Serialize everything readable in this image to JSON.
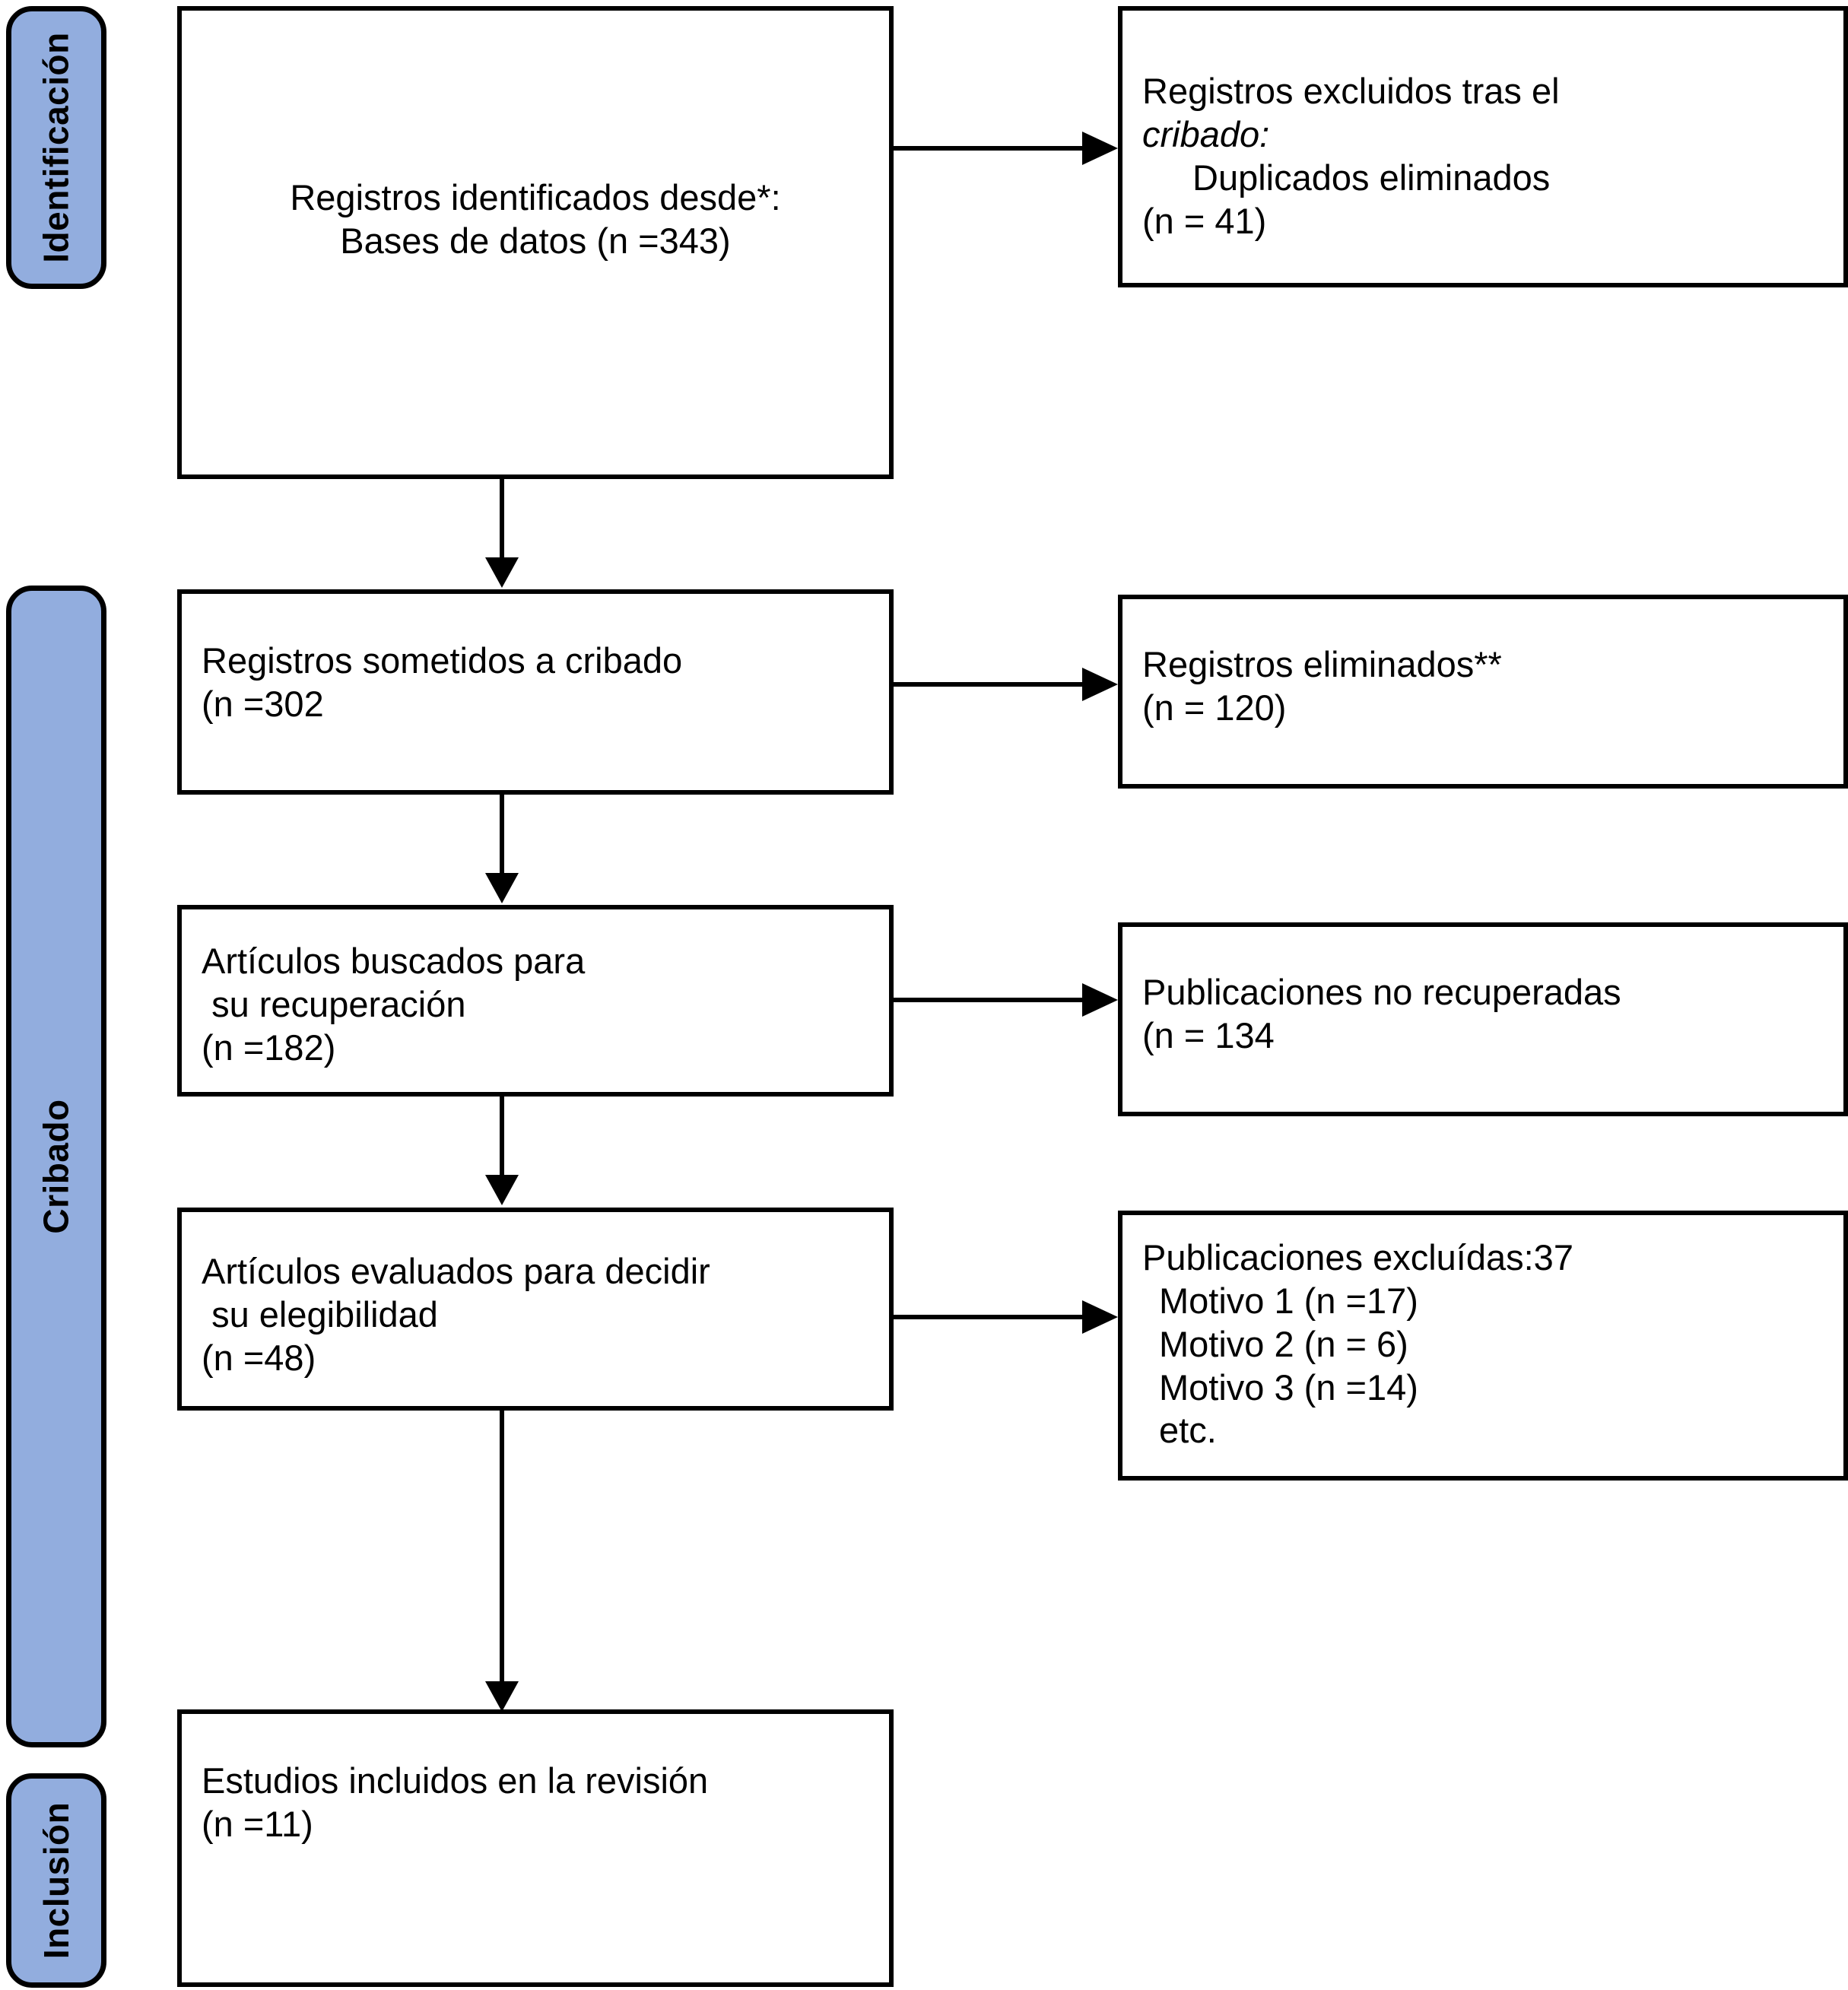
{
  "diagram": {
    "title": "Diagrama de flujo PRISMA",
    "accent_color": "#92ADDE",
    "line_color": "#000000",
    "background": "#ffffff"
  },
  "phases": [
    {
      "id": "identificacion",
      "label": "Identificación"
    },
    {
      "id": "cribado",
      "label": "Cribado"
    },
    {
      "id": "inclusion",
      "label": "Inclusión"
    }
  ],
  "boxes": {
    "identified": {
      "line1": "Registros identificados desde*:",
      "line2": "Bases de datos (n =343)"
    },
    "excluded_screening": {
      "line1": "Registros excluidos tras el",
      "line2": "cribado:",
      "line3": "Duplicados eliminados",
      "line4": "(n = 41)"
    },
    "screened": {
      "line1": "Registros sometidos a cribado",
      "line2": "(n =302"
    },
    "removed": {
      "line1": "Registros eliminados**",
      "line2": "(n = 120)"
    },
    "sought": {
      "line1": "Artículos buscados para",
      "line2": " su recuperación",
      "line3": "(n =182)"
    },
    "not_retrieved": {
      "line1": "Publicaciones no recuperadas",
      "line2": "(n = 134"
    },
    "assessed": {
      "line1": "Artículos evaluados para decidir",
      "line2": " su elegibilidad",
      "line3": "(n =48)"
    },
    "excluded_reasons": {
      "line1": "Publicaciones excluídas:37",
      "line2": "Motivo 1 (n =17)",
      "line3": "Motivo 2 (n = 6)",
      "line4": "Motivo 3 (n =14)",
      "line5": "etc."
    },
    "included": {
      "line1": "Estudios incluidos en la revisión",
      "line2": "(n =11)"
    }
  },
  "chart_data": {
    "type": "diagram",
    "title": "PRISMA 2020 flow diagram (Spanish)",
    "stages": [
      {
        "stage": "Bases de datos identificados",
        "n": 343,
        "phase": "Identificación"
      },
      {
        "stage": "Duplicados eliminados",
        "n": 41,
        "phase": "Identificación"
      },
      {
        "stage": "Registros sometidos a cribado",
        "n": 302,
        "phase": "Cribado"
      },
      {
        "stage": "Registros eliminados**",
        "n": 120,
        "phase": "Cribado"
      },
      {
        "stage": "Artículos buscados para su recuperación",
        "n": 182,
        "phase": "Cribado"
      },
      {
        "stage": "Publicaciones no recuperadas",
        "n": 134,
        "phase": "Cribado"
      },
      {
        "stage": "Artículos evaluados para decidir su elegibilidad",
        "n": 48,
        "phase": "Cribado"
      },
      {
        "stage": "Publicaciones excluídas",
        "n": 37,
        "phase": "Cribado",
        "reasons": [
          {
            "label": "Motivo 1",
            "n": 17
          },
          {
            "label": "Motivo 2",
            "n": 6
          },
          {
            "label": "Motivo 3",
            "n": 14
          },
          {
            "label": "etc.",
            "n": null
          }
        ]
      },
      {
        "stage": "Estudios incluidos en la revisión",
        "n": 11,
        "phase": "Inclusión"
      }
    ]
  }
}
